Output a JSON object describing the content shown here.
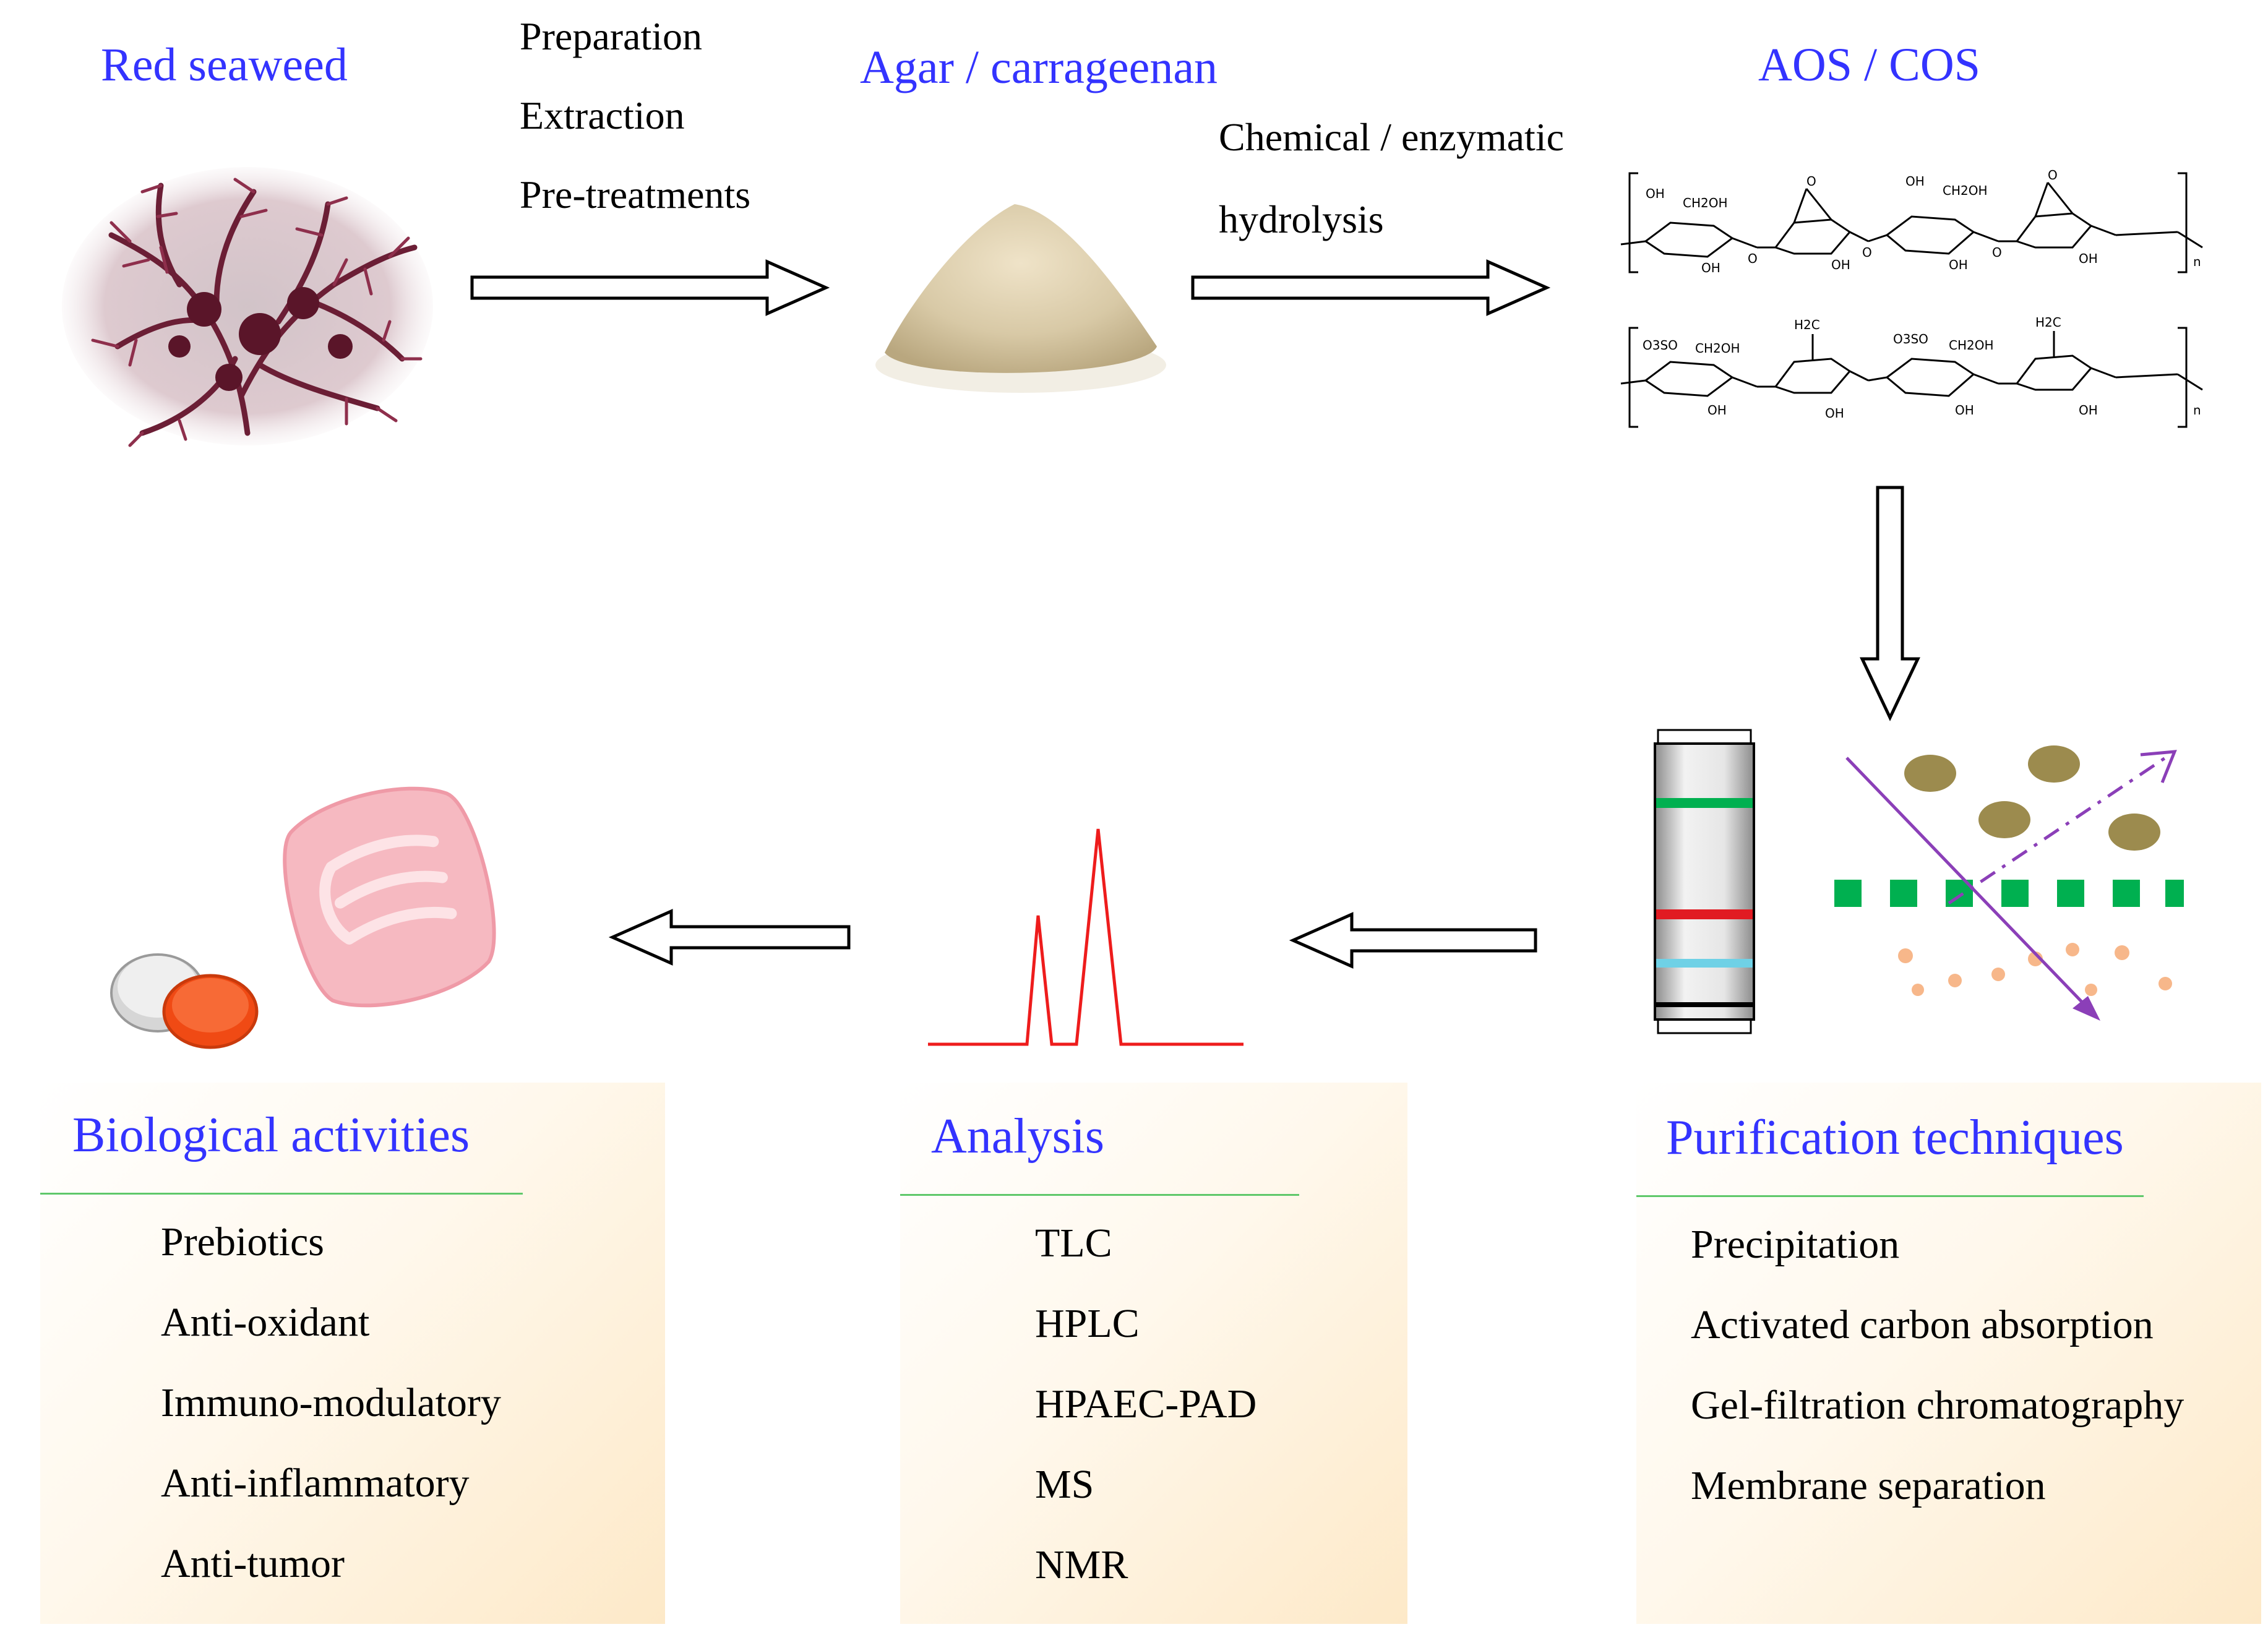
{
  "top": {
    "source_label": "Red seaweed",
    "step1_lines": [
      "Preparation",
      "Extraction",
      "Pre-treatments"
    ],
    "product_label": "Agar / carrageenan",
    "step2_lines": [
      "Chemical / enzymatic",
      "hydrolysis"
    ],
    "oligo_label": "AOS / COS"
  },
  "panels": {
    "bio": {
      "title": "Biological activities",
      "items": [
        "Prebiotics",
        "Anti-oxidant",
        "Immuno-modulatory",
        "Anti-inflammatory",
        "Anti-tumor"
      ]
    },
    "analysis": {
      "title": "Analysis",
      "items": [
        "TLC",
        "HPLC",
        "HPAEC-PAD",
        "MS",
        "NMR"
      ]
    },
    "purification": {
      "title": "Purification techniques",
      "items": [
        "Precipitation",
        "Activated carbon absorption",
        "Gel-filtration chromatography",
        "Membrane separation"
      ]
    }
  },
  "structure_labels": {
    "oh": "OH",
    "ch2oh": "CH2OH",
    "o3so": "O3SO",
    "h2c": "H2C",
    "o": "O",
    "n": "n"
  },
  "colors": {
    "title_blue": "#3333ff",
    "rule_green": "#5fc86a",
    "chromatogram_red": "#ee1c1c",
    "dot_green": "#00b050",
    "band_red": "#e11b22",
    "band_cyan": "#6fd1e6",
    "particle_olive": "#9c8b4e",
    "particle_orange": "#f7b78a",
    "arrow_purple": "#8b3fb8",
    "seaweed": "#6b1e35",
    "powder": "#d8c9a6",
    "intestine_pink": "#f6b9c1",
    "dish_orange": "#f04a14"
  },
  "icons": [
    "red-seaweed-image",
    "agar-powder-image",
    "chromatography-column-icon",
    "gel-filtration-icon",
    "chromatogram-icon",
    "intestine-icon",
    "petri-dish-icon"
  ]
}
